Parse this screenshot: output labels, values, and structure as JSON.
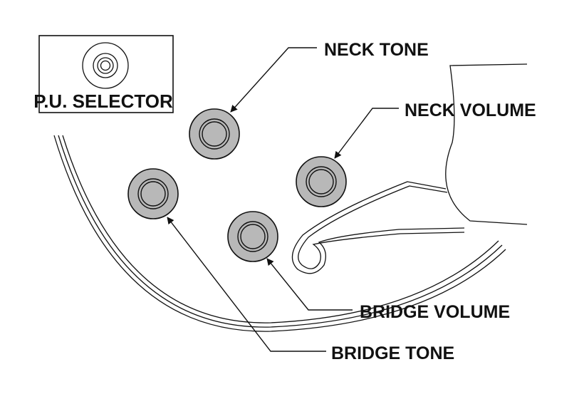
{
  "selector_box": {
    "label": "P.U. SELECTOR"
  },
  "labels": {
    "neck_tone": "NECK TONE",
    "neck_volume": "NECK VOLUME",
    "bridge_volume": "BRIDGE VOLUME",
    "bridge_tone": "BRIDGE TONE"
  },
  "colors": {
    "knob_fill": "#b8b8b8",
    "line": "#111111",
    "background": "#ffffff"
  }
}
